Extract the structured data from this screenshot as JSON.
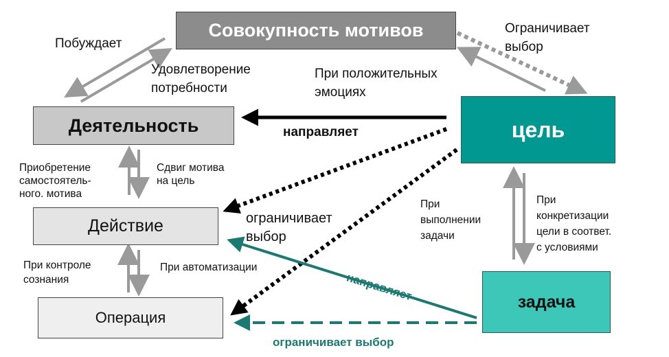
{
  "nodes": {
    "motives": "Совокупность мотивов",
    "activity": "Деятельность",
    "action": "Действие",
    "operation": "Операция",
    "goal": "цель",
    "task": "задача"
  },
  "labels": {
    "motivates": "Побуждает",
    "need_satisfaction_1": "Удовлетворение",
    "need_satisfaction_2": "потребности",
    "positive_emotions_1": "При положительных",
    "positive_emotions_2": "эмоциях",
    "limits_choice_top_1": "Ограничивает",
    "limits_choice_top_2": "выбор",
    "directs_goal": "направляет",
    "acquisition_1": "Приобретение",
    "acquisition_2": "самостоятель-",
    "acquisition_3": "ного. мотива",
    "motive_shift_1": "Сдвиг мотива",
    "motive_shift_2": "на цель",
    "limits_choice_mid_1": "ограничивает",
    "limits_choice_mid_2": "выбор",
    "task_execution_1": "При",
    "task_execution_2": "выполнении",
    "task_execution_3": "задачи",
    "concretization_1": "При",
    "concretization_2": "конкретизации",
    "concretization_3": "цели в соответ.",
    "concretization_4": "с условиями",
    "conscious_control_1": "При контроле",
    "conscious_control_2": "сознания",
    "automation": "При автоматизации",
    "directs_task": "направляет",
    "limits_choice_bottom": "ограничивает выбор"
  },
  "colors": {
    "motives_box": "#8c8c8c",
    "activity_box": "#c8c8c8",
    "action_box": "#e4e4e4",
    "operation_box": "#efefef",
    "goal_box": "#009890",
    "task_box": "#3cc7b9",
    "teal_arrow": "#1a7a72",
    "gray_arrow": "#9a9a9a",
    "black_arrow": "#000000"
  }
}
